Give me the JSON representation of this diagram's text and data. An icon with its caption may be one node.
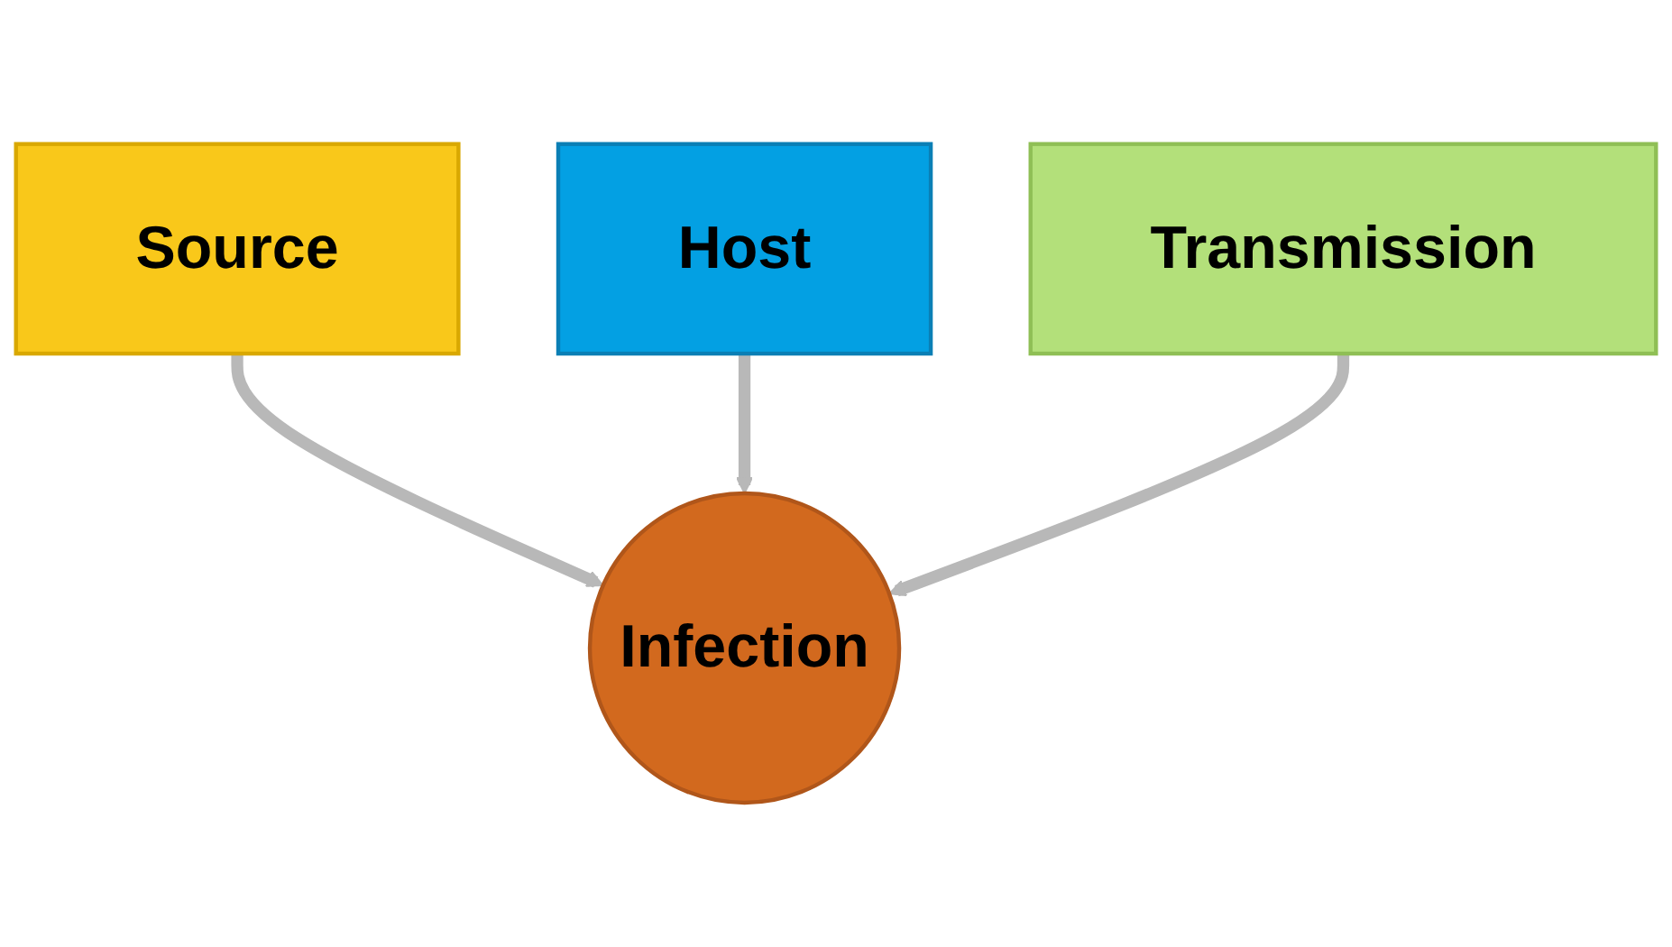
{
  "diagram": {
    "nodes": [
      {
        "text": [
          "Source"
        ]
      },
      {
        "text": [
          "Host"
        ]
      },
      {
        "text": [
          "Transmission"
        ]
      },
      {
        "text": [
          "Infection"
        ]
      }
    ],
    "edges": [
      {
        "from": 0,
        "to": 3,
        "arrow": "to"
      },
      {
        "from": 1,
        "to": 3,
        "arrow": "to"
      },
      {
        "from": 2,
        "to": 3,
        "arrow": "to"
      }
    ]
  }
}
